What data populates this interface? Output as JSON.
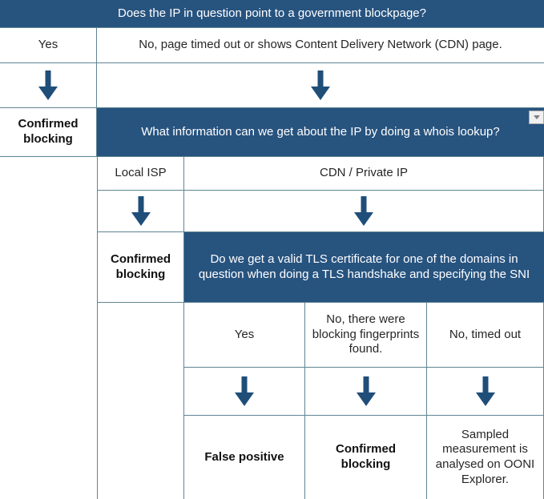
{
  "diagram": {
    "title": "Does the IP in question point to a government blockpage?",
    "level1": {
      "answer_yes": "Yes",
      "answer_no": "No, page timed out or shows Content Delivery Network (CDN) page.",
      "verdict_yes": "Confirmed blocking"
    },
    "level2": {
      "question": "What information can we get about the IP by doing a whois lookup?",
      "answer_local_isp": "Local ISP",
      "answer_cdn": "CDN / Private IP",
      "verdict_local_isp": "Confirmed blocking"
    },
    "level3": {
      "question": "Do we get a valid TLS certificate for one of the domains in question when doing a TLS handshake and specifying the SNI",
      "answers": [
        "Yes",
        "No, there were blocking fingerprints found.",
        "No, timed out"
      ],
      "verdicts": [
        "False positive",
        "Confirmed blocking",
        "Sampled measurement is analysed on OONI Explorer."
      ]
    },
    "colors": {
      "band_blue": "#27537f",
      "arrow_blue": "#1f4e79",
      "grid": "#5f8593",
      "band_text": "#ffffff"
    },
    "icons": {
      "arrow_down": "down-arrow",
      "dropdown": "chevron-down"
    }
  }
}
